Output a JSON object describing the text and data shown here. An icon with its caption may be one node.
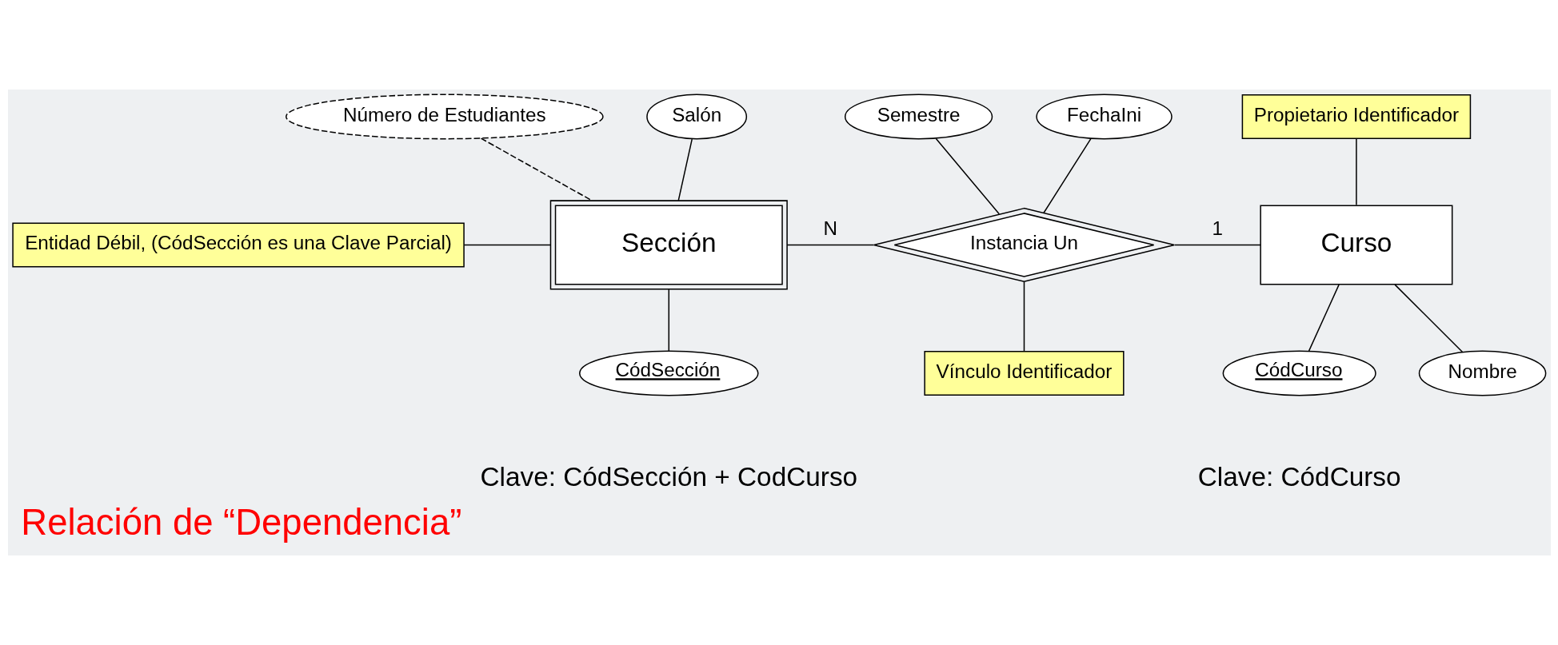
{
  "diagram": {
    "title": "Relación de “Dependencia”",
    "nodes": [
      {
        "text": [
          "Número de Estudiantes"
        ]
      },
      {
        "text": [
          "Salón"
        ]
      },
      {
        "text": [
          "Semestre"
        ]
      },
      {
        "text": [
          "FechaIni"
        ]
      },
      {
        "text": [
          "Propietario Identificador"
        ]
      },
      {
        "text": [
          "Entidad Débil, (CódSección es una Clave Parcial)"
        ]
      },
      {
        "text": [
          "Sección"
        ]
      },
      {
        "text": [
          "Instancia Un"
        ]
      },
      {
        "text": [
          "Curso"
        ]
      },
      {
        "text": [
          "CódSección"
        ]
      },
      {
        "text": [
          "CódCurso"
        ]
      },
      {
        "text": [
          "Nombre"
        ]
      },
      {
        "text": [
          "Vínculo Identificador"
        ]
      }
    ],
    "edges": [
      {
        "from": 0,
        "to": 6,
        "arrow": "none",
        "style": "dashed"
      },
      {
        "from": 1,
        "to": 6,
        "arrow": "none"
      },
      {
        "from": 2,
        "to": 7,
        "arrow": "none"
      },
      {
        "from": 3,
        "to": 7,
        "arrow": "none"
      },
      {
        "from": 4,
        "to": 8,
        "arrow": "none"
      },
      {
        "from": 5,
        "to": 6,
        "arrow": "none"
      },
      {
        "from": 6,
        "to": 7,
        "label": "N",
        "arrow": "none"
      },
      {
        "from": 7,
        "to": 8,
        "label": "1",
        "arrow": "none"
      },
      {
        "from": 6,
        "to": 9,
        "arrow": "none"
      },
      {
        "from": 8,
        "to": 10,
        "arrow": "none"
      },
      {
        "from": 8,
        "to": 11,
        "arrow": "none"
      },
      {
        "from": 12,
        "to": 7,
        "arrow": "none"
      }
    ],
    "labels": [
      "Clave: CódCurso",
      "Clave: CódSección + CodCurso"
    ]
  }
}
